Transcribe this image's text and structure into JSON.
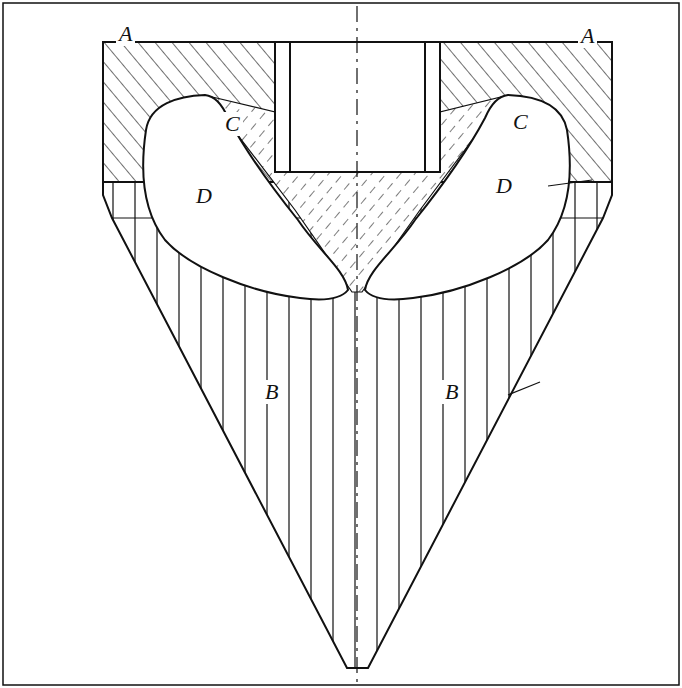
{
  "diagram": {
    "labels": [
      "A",
      "A",
      "C",
      "C",
      "D",
      "D",
      "B",
      "B"
    ]
  }
}
